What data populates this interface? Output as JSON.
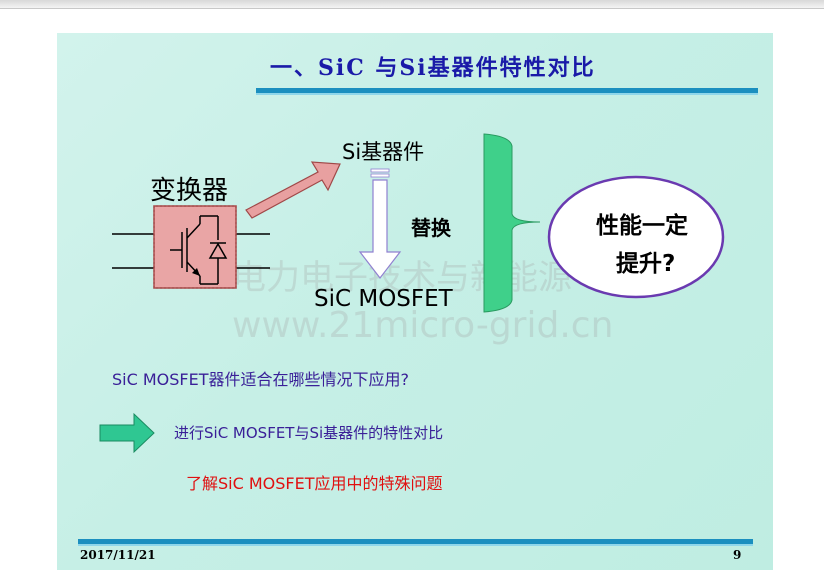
{
  "slide": {
    "title": "一、SiC 与Si基器件特性对比",
    "converter_label": "变换器",
    "si_device_label": "Si基器件",
    "replace_label": "替换",
    "sic_mosfet_label": "SiC MOSFET",
    "bubble_line1": "性能一定",
    "bubble_line2": "提升?",
    "watermark_cn": "电力电子技术与新能源",
    "watermark_url": "www.21micro-grid.cn",
    "question": "SiC MOSFET器件适合在哪些情况下应用?",
    "compare_text": "进行SiC MOSFET与Si基器件的特性对比",
    "special_text": "了解SiC MOSFET应用中的特殊问题",
    "date": "2017/11/21",
    "page_number": "9"
  },
  "colors": {
    "background": "#c9f0e7",
    "title": "#1a1aa8",
    "rule": "#1b8fbf",
    "purple_text": "#3a2098",
    "red_text": "#e01010",
    "green_bracket": "#3fd08a",
    "pink_arrow": "#e8a0a0",
    "bubble_border": "#6a3ab0"
  },
  "icons": {
    "converter": "converter-igbt-icon",
    "arrow_up": "diagonal-arrow-icon",
    "arrow_down": "down-arrow-icon",
    "arrow_right": "right-arrow-icon"
  }
}
